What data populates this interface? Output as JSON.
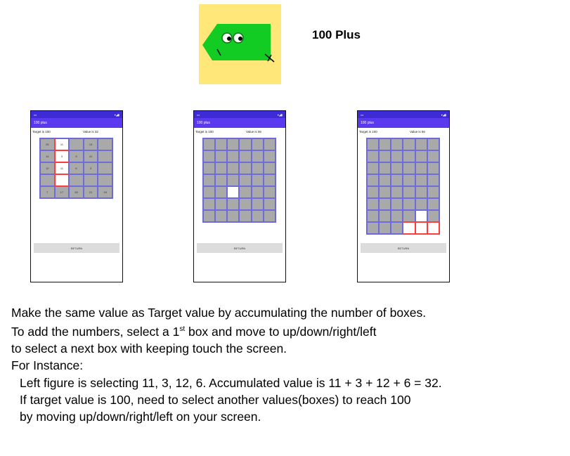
{
  "header": {
    "title": "100 Plus"
  },
  "colors": {
    "logo_bg": "#ffe77a",
    "logo_green": "#12cc24",
    "status_bar": "#3d2bd6",
    "app_bar": "#5b39ee",
    "grid_line": "#6f6bdc",
    "selected": "#ff3a3a"
  },
  "phones": [
    {
      "app_title": "100 plus",
      "target": "Target is 100",
      "value": "Value is 32",
      "cols": 5,
      "selected": [
        1,
        6,
        11,
        16
      ],
      "cells": [
        "25",
        "11",
        "",
        "13",
        "",
        "14",
        "3",
        "9",
        "41",
        "",
        "12",
        "11",
        "6",
        "3",
        "",
        "",
        "",
        "",
        "",
        "",
        "7",
        "17",
        "28",
        "21",
        "24"
      ],
      "return_label": "RETURN"
    },
    {
      "app_title": "100 plus",
      "target": "Target is 100",
      "value": "Value is 06",
      "cols": 6,
      "selected": [
        26
      ],
      "cells": [
        "",
        "",
        "",
        "",
        "",
        "",
        "",
        "",
        "",
        "",
        "",
        "",
        "",
        "",
        "",
        "",
        "",
        "",
        "",
        "",
        "",
        "",
        "",
        "",
        "",
        "",
        "",
        "",
        "",
        "",
        "",
        "",
        "",
        "",
        "",
        "",
        "",
        "",
        "",
        "",
        "",
        ""
      ],
      "return_label": "RETURN"
    },
    {
      "app_title": "100 plus",
      "target": "Target is 100",
      "value": "Value is 56",
      "cols": 6,
      "selected": [
        40,
        45,
        46,
        47
      ],
      "cells": [
        "",
        "",
        "",
        "",
        "",
        "",
        "",
        "",
        "",
        "",
        "",
        "",
        "",
        "",
        "",
        "",
        "",
        "",
        "",
        "",
        "",
        "",
        "",
        "",
        "",
        "",
        "",
        "",
        "",
        "",
        "",
        "",
        "",
        "",
        "",
        "",
        "",
        "",
        "",
        "",
        "",
        "",
        "",
        "",
        "",
        "",
        "",
        ""
      ],
      "return_label": "RETURN"
    }
  ],
  "instructions": [
    "Make the same value as Target value by accumulating the number of boxes.",
    "To add the numbers, select a 1st box and move to up/down/right/left",
    "to select a next box with keeping touch the screen.",
    "For Instance:",
    "Left figure is selecting 11, 3, 12, 6. Accumulated  value is 11 + 3 + 12 + 6 = 32.",
    "If target value is 100, need to select another values(boxes) to reach 100",
    "by moving up/down/right/left on your screen."
  ]
}
